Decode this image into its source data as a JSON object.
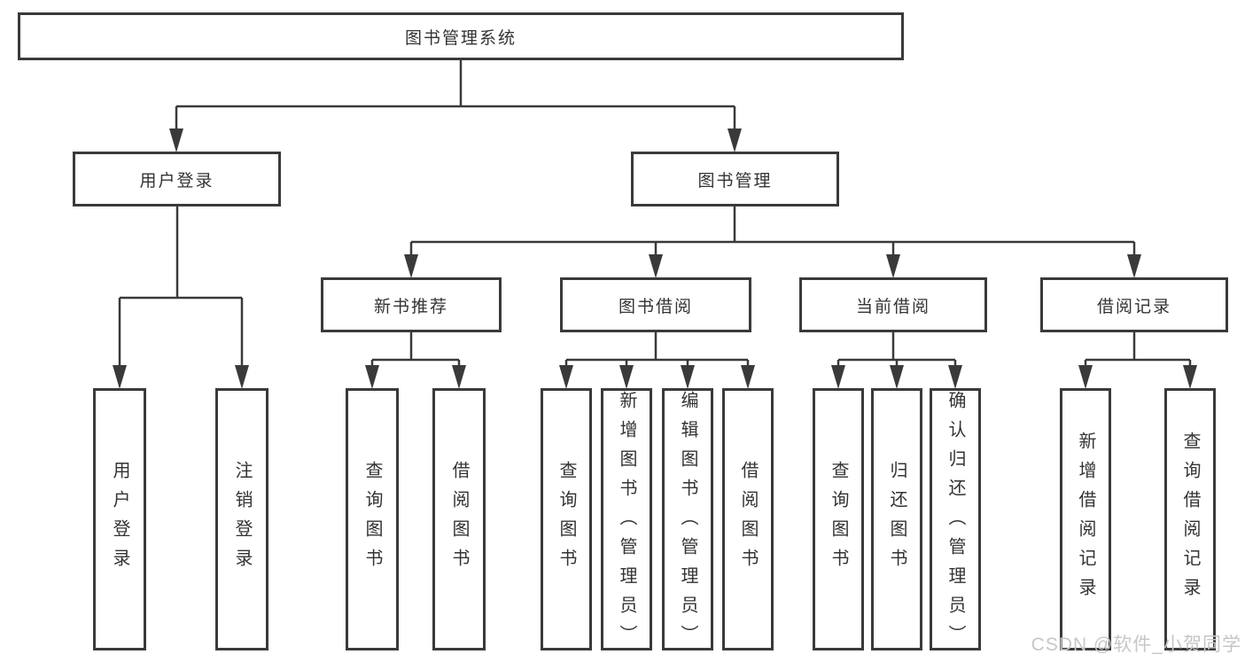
{
  "diagram": {
    "title": "图书管理系统",
    "border_color": "#3a3a3a",
    "text_color": "#333333",
    "tree": {
      "label": "图书管理系统",
      "children": [
        {
          "label": "用户登录",
          "children": [
            {
              "label": "用户登录"
            },
            {
              "label": "注销登录"
            }
          ]
        },
        {
          "label": "图书管理",
          "children": [
            {
              "label": "新书推荐",
              "children": [
                {
                  "label": "查询图书"
                },
                {
                  "label": "借阅图书"
                }
              ]
            },
            {
              "label": "图书借阅",
              "children": [
                {
                  "label": "查询图书"
                },
                {
                  "label": "新增图书（管理员）"
                },
                {
                  "label": "编辑图书（管理员）"
                },
                {
                  "label": "借阅图书"
                }
              ]
            },
            {
              "label": "当前借阅",
              "children": [
                {
                  "label": "查询图书"
                },
                {
                  "label": "归还图书"
                },
                {
                  "label": "确认归还（管理员）"
                }
              ]
            },
            {
              "label": "借阅记录",
              "children": [
                {
                  "label": "新增借阅记录"
                },
                {
                  "label": "查询借阅记录"
                }
              ]
            }
          ]
        }
      ]
    }
  },
  "watermark": {
    "text": "CSDN @软件_小贺同学",
    "color": "#c9c5c5"
  }
}
